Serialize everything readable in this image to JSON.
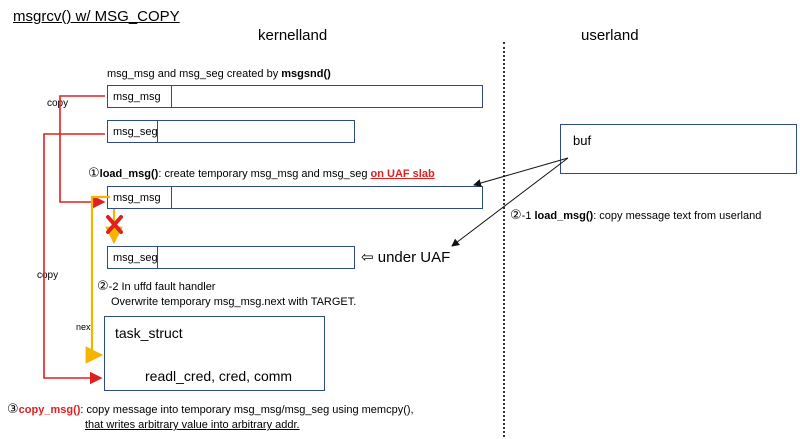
{
  "title": "msgrcv() w/ MSG_COPY",
  "headers": {
    "kernel": "kernelland",
    "user": "userland"
  },
  "top_caption": {
    "prefix": "msg_msg and msg_seg created by ",
    "bold": "msgsnd()"
  },
  "boxes": {
    "msg1": "msg_msg",
    "seg1": "msg_seg",
    "msg2": "msg_msg",
    "seg2": "msg_seg",
    "buf": "buf",
    "task_title": "task_struct",
    "task_fields": "readl_cred, cred, comm"
  },
  "step1": {
    "num": "①",
    "bold": "load_msg()",
    "mid": ": create temporary msg_msg and msg_seg ",
    "red": "on UAF slab"
  },
  "under_uaf": "⇦ under UAF",
  "step2_1": {
    "num": "②",
    "prefix": "-1 ",
    "bold": "load_msg()",
    "suffix": ": copy message text from userland"
  },
  "step2_2": {
    "num": "②",
    "line1": "-2 In uffd fault handler",
    "line2": "Overwrite temporary msg_msg.next with TARGET."
  },
  "labels": {
    "copy_top": "copy",
    "copy_mid": "copy",
    "next": "next"
  },
  "step3": {
    "num": "③",
    "red": "copy_msg()",
    "line1": ": copy message into temporary msg_msg/msg_seg using memcpy(),",
    "line2": "that writes arbitrary value into arbitrary addr."
  },
  "colors": {
    "red": "#e02020",
    "yellow": "#f4b400",
    "box_border": "#2f4a8a"
  }
}
